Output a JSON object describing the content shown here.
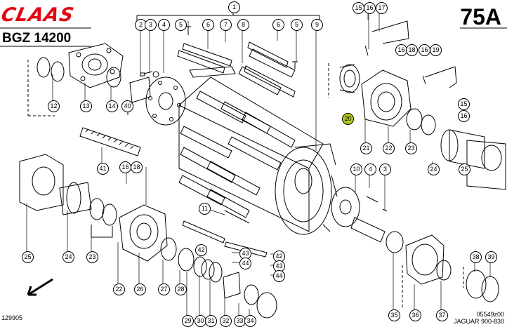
{
  "header": {
    "brand": "CLAAS",
    "model": "BGZ 14200",
    "page_code": "75A"
  },
  "footer": {
    "left_code": "129905",
    "right_code": "05549z00",
    "right_sub": "JAGUAR 900-830"
  },
  "colors": {
    "brand_red": "#e30613",
    "highlight": "#b5c61f"
  },
  "callouts": [
    "1",
    "2",
    "3",
    "4",
    "5",
    "6",
    "7",
    "8",
    "6",
    "5",
    "9",
    "15",
    "16",
    "17",
    "16",
    "18",
    "16",
    "19",
    "12",
    "13",
    "14",
    "40",
    "41",
    "20",
    "21",
    "22",
    "23",
    "15",
    "16",
    "24",
    "25",
    "25",
    "24",
    "23",
    "16",
    "18",
    "22",
    "26",
    "27",
    "28",
    "29",
    "30",
    "31",
    "32",
    "33",
    "34",
    "11",
    "42",
    "43",
    "44",
    "42",
    "43",
    "44",
    "10",
    "4",
    "3",
    "35",
    "36",
    "37",
    "38",
    "39"
  ]
}
